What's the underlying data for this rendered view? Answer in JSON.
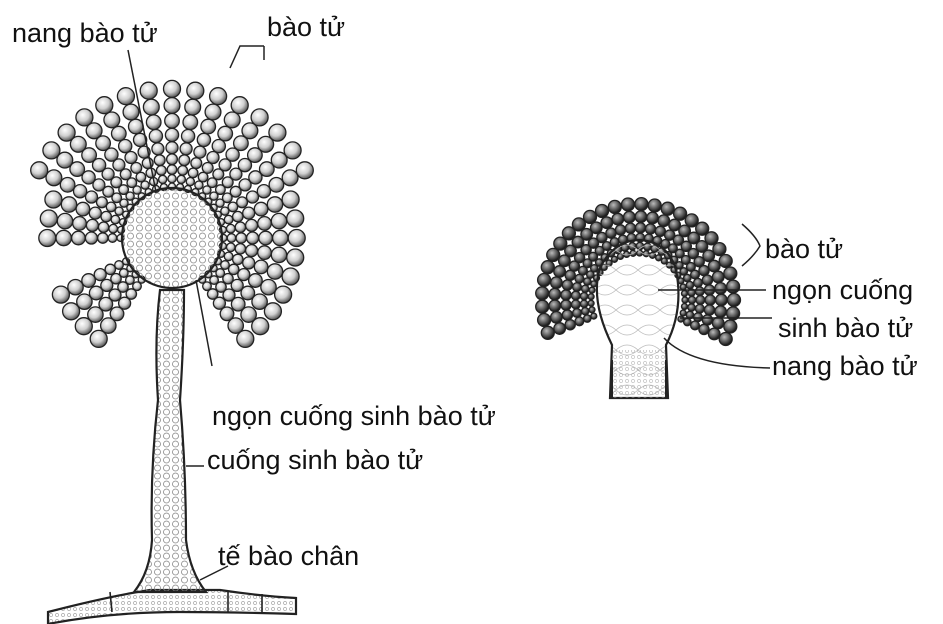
{
  "labels": {
    "left": {
      "sporangium": "nang bào tử",
      "spores": "bào tử",
      "sporangiophore_tip": "ngọn cuống sinh bào tử",
      "sporangiophore": "cuống sinh bào tử",
      "foot_cell": "tế bào chân"
    },
    "right": {
      "spores": "bào tử",
      "tip_line1": "ngọn cuống",
      "tip_line2": "sinh bào tử",
      "sporangium": "nang bào tử"
    }
  }
}
